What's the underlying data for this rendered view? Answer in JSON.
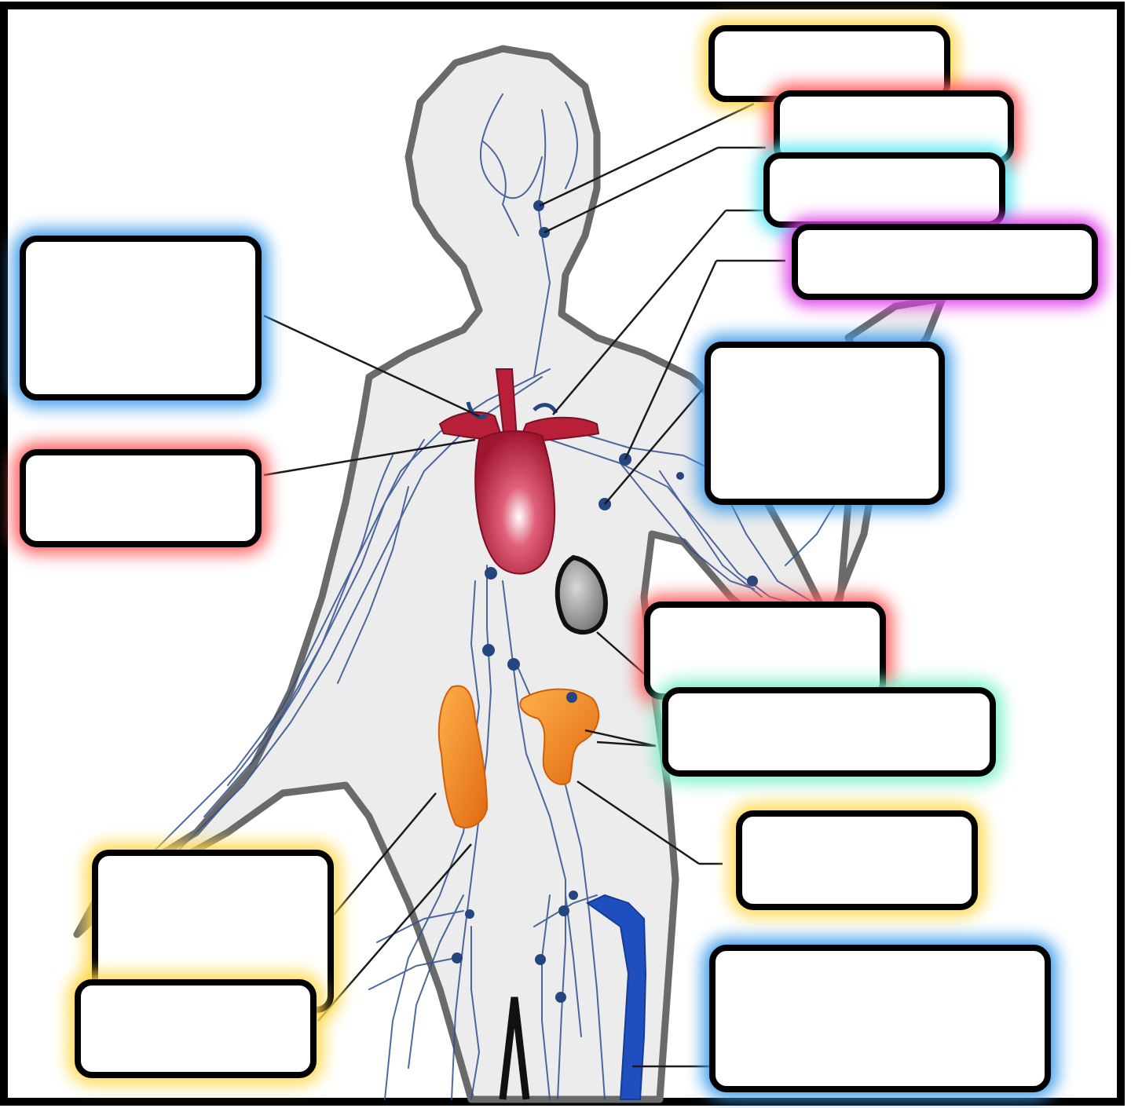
{
  "diagram": {
    "title": "",
    "colors": {
      "border": "#000000",
      "body_fill": "#ececec",
      "body_outline": "#6a6a6a",
      "lymph_vessel": "#2f4f8f",
      "lymph_node": "#24457e",
      "heart": "#b8203a",
      "spleen": "#8a8a8a",
      "kidneys": "#f08a20",
      "large_vessel": "#1f4fbf",
      "leader_line": "#1a1a1a"
    },
    "glow_colors": {
      "yellow": "#ffd84a",
      "red": "#ff5a5a",
      "cyan": "#58e8f0",
      "magenta": "#e040e8",
      "blue": "#3a9ae8",
      "mint": "#7af0c8"
    },
    "blank_labels": [
      {
        "id": "label-top-1",
        "glow": "yellow",
        "text": ""
      },
      {
        "id": "label-top-2",
        "glow": "red",
        "text": ""
      },
      {
        "id": "label-top-3",
        "glow": "cyan",
        "text": ""
      },
      {
        "id": "label-top-4",
        "glow": "magenta",
        "text": ""
      },
      {
        "id": "label-left-upper",
        "glow": "blue",
        "text": ""
      },
      {
        "id": "label-left-middle",
        "glow": "red",
        "text": ""
      },
      {
        "id": "label-right-upper",
        "glow": "blue",
        "text": ""
      },
      {
        "id": "label-right-middle-1",
        "glow": "red",
        "text": ""
      },
      {
        "id": "label-right-middle-2",
        "glow": "mint",
        "text": ""
      },
      {
        "id": "label-right-lower-1",
        "glow": "yellow",
        "text": ""
      },
      {
        "id": "label-right-lower-2",
        "glow": "blue",
        "text": ""
      },
      {
        "id": "label-left-lower-1",
        "glow": "yellow",
        "text": ""
      },
      {
        "id": "label-left-lower-2",
        "glow": "yellow",
        "text": ""
      }
    ]
  }
}
